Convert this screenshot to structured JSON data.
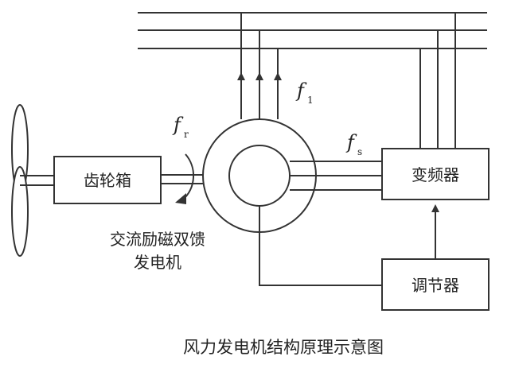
{
  "blocks": {
    "gearbox": "齿轮箱",
    "converter": "变频器",
    "regulator": "调节器"
  },
  "generator_label": {
    "line1": "交流励磁双馈",
    "line2": "发电机"
  },
  "frequencies": {
    "fr": {
      "symbol": "f",
      "subscript": "r"
    },
    "f1": {
      "symbol": "f",
      "subscript": "1"
    },
    "fs": {
      "symbol": "f",
      "subscript": "s"
    }
  },
  "caption": "风力发电机结构原理示意图",
  "colors": {
    "line": "#333333",
    "text": "#222222",
    "background": "#ffffff"
  }
}
